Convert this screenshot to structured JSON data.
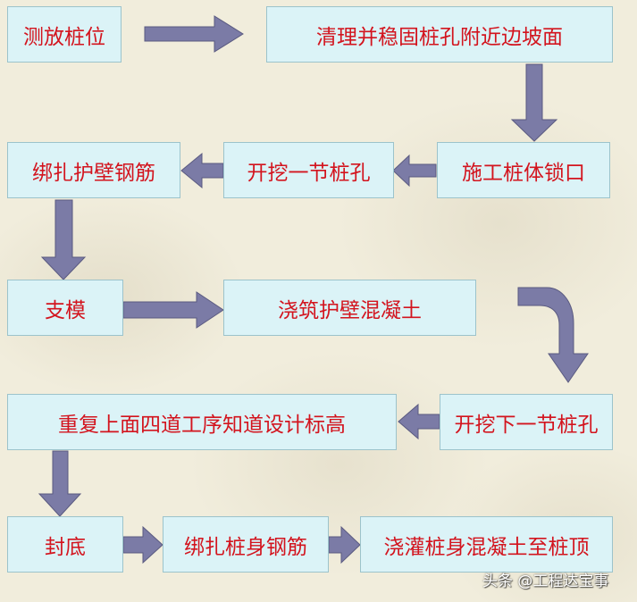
{
  "colors": {
    "background": "#f1eddc",
    "box_fill": "#dbf3f7",
    "box_border": "#9cc3cb",
    "text": "#d3141e",
    "arrow_fill": "#7b7ba6",
    "arrow_stroke": "#5a5a80"
  },
  "steps": {
    "stake_out": "测放桩位",
    "clean_slope": "清理并稳固桩孔附近边坡面",
    "lock_opening": "施工桩体锁口",
    "excavate_section": "开挖一节桩孔",
    "tie_wall_rebar": "绑扎护壁钢筋",
    "formwork": "支模",
    "pour_wall_concrete": "浇筑护壁混凝土",
    "excavate_next": "开挖下一节桩孔",
    "repeat_steps": "重复上面四道工序知道设计标高",
    "seal_bottom": "封底",
    "tie_pile_rebar": "绑扎桩身钢筋",
    "pour_pile_concrete": "浇灌桩身混凝土至桩顶"
  },
  "watermark": "头条 @工程达宝事"
}
